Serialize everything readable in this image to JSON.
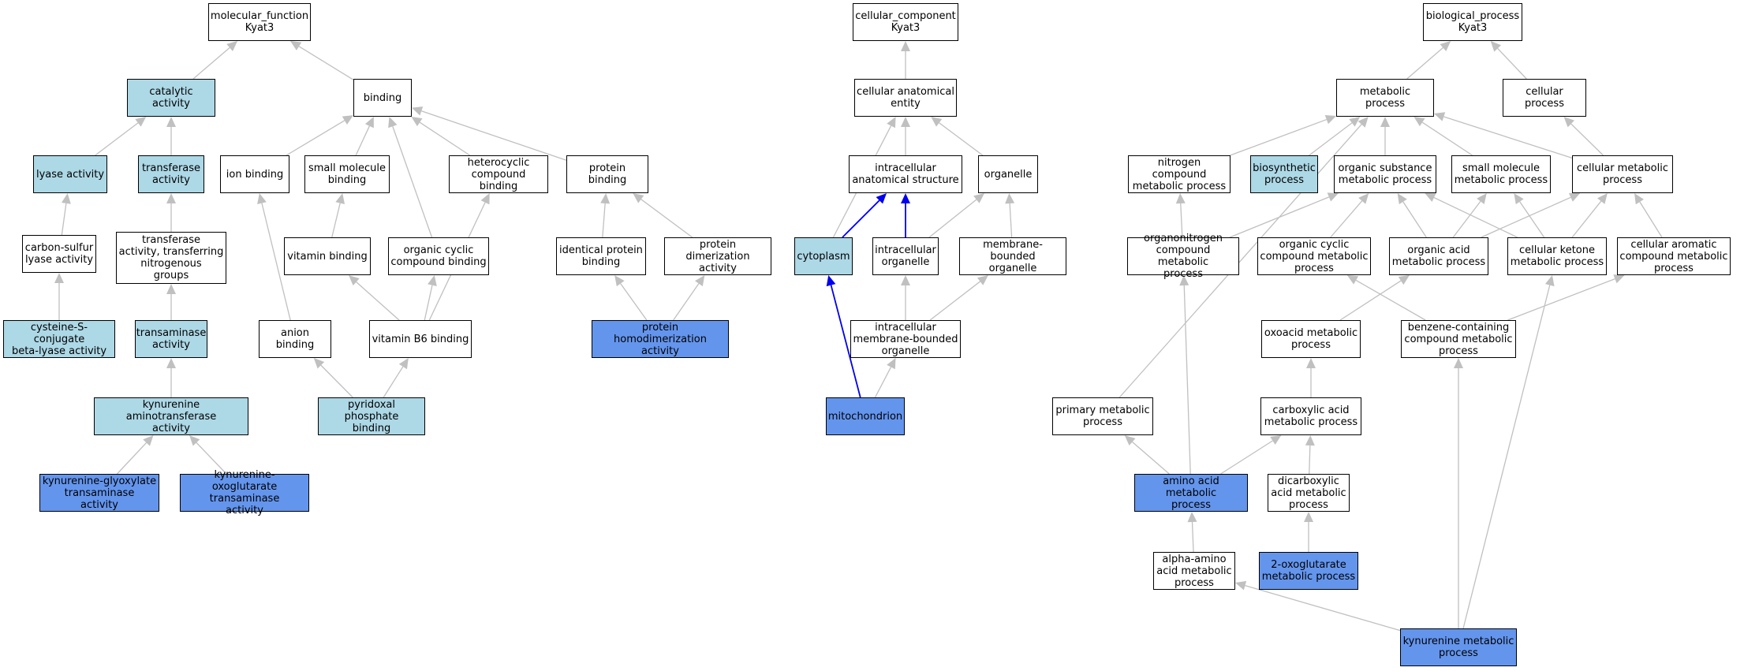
{
  "colors": {
    "plain": "#ffffff",
    "ancestor": "#add8e6",
    "annotated": "#6495ed",
    "edge": "#c0c0c0",
    "direct_edge": "#0000ee"
  },
  "nodes": [
    {
      "id": "mf",
      "label": "molecular_function\nKyat3",
      "fill": "plain"
    },
    {
      "id": "catalytic",
      "label": "catalytic activity",
      "fill": "ancestor"
    },
    {
      "id": "binding",
      "label": "binding",
      "fill": "plain"
    },
    {
      "id": "lyase",
      "label": "lyase activity",
      "fill": "ancestor"
    },
    {
      "id": "transferase",
      "label": "transferase\nactivity",
      "fill": "ancestor"
    },
    {
      "id": "ionbind",
      "label": "ion binding",
      "fill": "plain"
    },
    {
      "id": "smallmolbind",
      "label": "small molecule\nbinding",
      "fill": "plain"
    },
    {
      "id": "heterocyclic",
      "label": "heterocyclic\ncompound binding",
      "fill": "plain"
    },
    {
      "id": "proteinbind",
      "label": "protein binding",
      "fill": "plain"
    },
    {
      "id": "csulfur",
      "label": "carbon-sulfur\nlyase activity",
      "fill": "plain"
    },
    {
      "id": "transfN",
      "label": "transferase\nactivity, transferring\nnitrogenous\ngroups",
      "fill": "plain"
    },
    {
      "id": "vitbind",
      "label": "vitamin binding",
      "fill": "plain"
    },
    {
      "id": "orgcyclicbind",
      "label": "organic cyclic\ncompound binding",
      "fill": "plain"
    },
    {
      "id": "identical",
      "label": "identical protein\nbinding",
      "fill": "plain"
    },
    {
      "id": "dimer",
      "label": "protein dimerization\nactivity",
      "fill": "plain"
    },
    {
      "id": "cysconj",
      "label": "cysteine-S-conjugate\nbeta-lyase activity",
      "fill": "ancestor"
    },
    {
      "id": "transamin",
      "label": "transaminase\nactivity",
      "fill": "ancestor"
    },
    {
      "id": "anionbind",
      "label": "anion binding",
      "fill": "plain"
    },
    {
      "id": "vitb6",
      "label": "vitamin B6 binding",
      "fill": "plain"
    },
    {
      "id": "homodimer",
      "label": "protein homodimerization\nactivity",
      "fill": "annotated"
    },
    {
      "id": "kat",
      "label": "kynurenine aminotransferase\nactivity",
      "fill": "ancestor"
    },
    {
      "id": "pyridoxal",
      "label": "pyridoxal phosphate\nbinding",
      "fill": "ancestor"
    },
    {
      "id": "kglyox",
      "label": "kynurenine-glyoxylate\ntransaminase\nactivity",
      "fill": "annotated"
    },
    {
      "id": "koxo",
      "label": "kynurenine-oxoglutarate\ntransaminase\nactivity",
      "fill": "annotated"
    },
    {
      "id": "cc",
      "label": "cellular_component\nKyat3",
      "fill": "plain"
    },
    {
      "id": "cae",
      "label": "cellular anatomical\nentity",
      "fill": "plain"
    },
    {
      "id": "ias",
      "label": "intracellular\nanatomical structure",
      "fill": "plain"
    },
    {
      "id": "organelle",
      "label": "organelle",
      "fill": "plain"
    },
    {
      "id": "cytoplasm",
      "label": "cytoplasm",
      "fill": "ancestor"
    },
    {
      "id": "intorg",
      "label": "intracellular\norganelle",
      "fill": "plain"
    },
    {
      "id": "membbound",
      "label": "membrane-bounded\norganelle",
      "fill": "plain"
    },
    {
      "id": "intmemb",
      "label": "intracellular\nmembrane-bounded\norganelle",
      "fill": "plain"
    },
    {
      "id": "mito",
      "label": "mitochondrion",
      "fill": "annotated"
    },
    {
      "id": "bp",
      "label": "biological_process\nKyat3",
      "fill": "plain"
    },
    {
      "id": "metab",
      "label": "metabolic process",
      "fill": "plain"
    },
    {
      "id": "cellproc",
      "label": "cellular process",
      "fill": "plain"
    },
    {
      "id": "nitro",
      "label": "nitrogen compound\nmetabolic process",
      "fill": "plain"
    },
    {
      "id": "biosyn",
      "label": "biosynthetic\nprocess",
      "fill": "ancestor"
    },
    {
      "id": "orgsubst",
      "label": "organic substance\nmetabolic process",
      "fill": "plain"
    },
    {
      "id": "smallmolmet",
      "label": "small molecule\nmetabolic process",
      "fill": "plain"
    },
    {
      "id": "cellmet",
      "label": "cellular metabolic\nprocess",
      "fill": "plain"
    },
    {
      "id": "organonitro",
      "label": "organonitrogen\ncompound metabolic\nprocess",
      "fill": "plain"
    },
    {
      "id": "orgcyclicmet",
      "label": "organic cyclic\ncompound metabolic\nprocess",
      "fill": "plain"
    },
    {
      "id": "orgacid",
      "label": "organic acid\nmetabolic process",
      "fill": "plain"
    },
    {
      "id": "cellketone",
      "label": "cellular ketone\nmetabolic process",
      "fill": "plain"
    },
    {
      "id": "cellarom",
      "label": "cellular aromatic\ncompound metabolic\nprocess",
      "fill": "plain"
    },
    {
      "id": "oxoacid",
      "label": "oxoacid metabolic\nprocess",
      "fill": "plain"
    },
    {
      "id": "benzene",
      "label": "benzene-containing\ncompound metabolic\nprocess",
      "fill": "plain"
    },
    {
      "id": "primary",
      "label": "primary metabolic\nprocess",
      "fill": "plain"
    },
    {
      "id": "carboxylic",
      "label": "carboxylic acid\nmetabolic process",
      "fill": "plain"
    },
    {
      "id": "aminoacid",
      "label": "amino acid metabolic\nprocess",
      "fill": "annotated"
    },
    {
      "id": "dicarbox",
      "label": "dicarboxylic\nacid metabolic\nprocess",
      "fill": "plain"
    },
    {
      "id": "alphaamino",
      "label": "alpha-amino\nacid metabolic\nprocess",
      "fill": "plain"
    },
    {
      "id": "oxoglut",
      "label": "2-oxoglutarate\nmetabolic process",
      "fill": "annotated"
    },
    {
      "id": "kynmet",
      "label": "kynurenine metabolic\nprocess",
      "fill": "annotated"
    }
  ],
  "edges": [
    {
      "from": "catalytic",
      "to": "mf"
    },
    {
      "from": "binding",
      "to": "mf"
    },
    {
      "from": "lyase",
      "to": "catalytic"
    },
    {
      "from": "transferase",
      "to": "catalytic"
    },
    {
      "from": "ionbind",
      "to": "binding"
    },
    {
      "from": "smallmolbind",
      "to": "binding"
    },
    {
      "from": "heterocyclic",
      "to": "binding"
    },
    {
      "from": "proteinbind",
      "to": "binding"
    },
    {
      "from": "orgcyclicbind",
      "to": "binding"
    },
    {
      "from": "csulfur",
      "to": "lyase"
    },
    {
      "from": "transfN",
      "to": "transferase"
    },
    {
      "from": "vitbind",
      "to": "smallmolbind"
    },
    {
      "from": "identical",
      "to": "proteinbind"
    },
    {
      "from": "dimer",
      "to": "proteinbind"
    },
    {
      "from": "cysconj",
      "to": "csulfur"
    },
    {
      "from": "transamin",
      "to": "transfN"
    },
    {
      "from": "anionbind",
      "to": "ionbind"
    },
    {
      "from": "vitb6",
      "to": "vitbind"
    },
    {
      "from": "vitb6",
      "to": "orgcyclicbind"
    },
    {
      "from": "vitb6",
      "to": "heterocyclic"
    },
    {
      "from": "homodimer",
      "to": "identical"
    },
    {
      "from": "homodimer",
      "to": "dimer"
    },
    {
      "from": "kat",
      "to": "transamin"
    },
    {
      "from": "pyridoxal",
      "to": "anionbind"
    },
    {
      "from": "pyridoxal",
      "to": "vitb6"
    },
    {
      "from": "kglyox",
      "to": "kat"
    },
    {
      "from": "koxo",
      "to": "kat"
    },
    {
      "from": "cae",
      "to": "cc"
    },
    {
      "from": "ias",
      "to": "cae"
    },
    {
      "from": "organelle",
      "to": "cae"
    },
    {
      "from": "cytoplasm",
      "to": "cae"
    },
    {
      "from": "cytoplasm",
      "to": "ias",
      "direct": true
    },
    {
      "from": "intorg",
      "to": "ias",
      "direct": true
    },
    {
      "from": "intorg",
      "to": "organelle"
    },
    {
      "from": "membbound",
      "to": "organelle"
    },
    {
      "from": "intmemb",
      "to": "intorg"
    },
    {
      "from": "intmemb",
      "to": "membbound"
    },
    {
      "from": "mito",
      "to": "cytoplasm",
      "direct": true
    },
    {
      "from": "mito",
      "to": "intmemb"
    },
    {
      "from": "metab",
      "to": "bp"
    },
    {
      "from": "cellproc",
      "to": "bp"
    },
    {
      "from": "nitro",
      "to": "metab"
    },
    {
      "from": "biosyn",
      "to": "metab"
    },
    {
      "from": "orgsubst",
      "to": "metab"
    },
    {
      "from": "smallmolmet",
      "to": "metab"
    },
    {
      "from": "cellmet",
      "to": "metab"
    },
    {
      "from": "cellmet",
      "to": "cellproc"
    },
    {
      "from": "primary",
      "to": "metab"
    },
    {
      "from": "organonitro",
      "to": "nitro"
    },
    {
      "from": "organonitro",
      "to": "orgsubst"
    },
    {
      "from": "orgcyclicmet",
      "to": "orgsubst"
    },
    {
      "from": "orgacid",
      "to": "orgsubst"
    },
    {
      "from": "orgacid",
      "to": "smallmolmet"
    },
    {
      "from": "orgacid",
      "to": "cellmet"
    },
    {
      "from": "cellketone",
      "to": "orgsubst"
    },
    {
      "from": "cellketone",
      "to": "smallmolmet"
    },
    {
      "from": "cellketone",
      "to": "cellmet"
    },
    {
      "from": "cellarom",
      "to": "cellmet"
    },
    {
      "from": "oxoacid",
      "to": "orgacid"
    },
    {
      "from": "benzene",
      "to": "orgcyclicmet"
    },
    {
      "from": "benzene",
      "to": "cellarom"
    },
    {
      "from": "carboxylic",
      "to": "oxoacid"
    },
    {
      "from": "aminoacid",
      "to": "primary"
    },
    {
      "from": "aminoacid",
      "to": "organonitro"
    },
    {
      "from": "aminoacid",
      "to": "carboxylic"
    },
    {
      "from": "dicarbox",
      "to": "carboxylic"
    },
    {
      "from": "alphaamino",
      "to": "aminoacid"
    },
    {
      "from": "oxoglut",
      "to": "dicarbox"
    },
    {
      "from": "kynmet",
      "to": "alphaamino"
    },
    {
      "from": "kynmet",
      "to": "benzene"
    },
    {
      "from": "kynmet",
      "to": "cellketone"
    }
  ]
}
